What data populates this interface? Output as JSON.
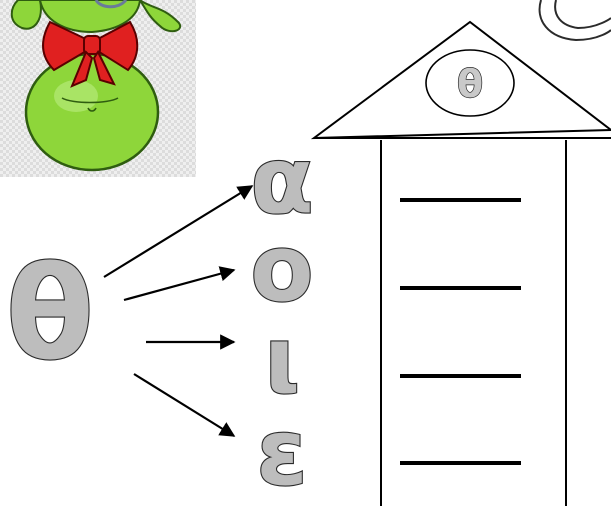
{
  "worksheet": {
    "source_letter": "θ",
    "roof_letter": "θ",
    "vowels": [
      "α",
      "ο",
      "ι",
      "ε"
    ],
    "blank_count": 4
  },
  "colors": {
    "letter_fill": "#bdbdbd",
    "outline": "#2b2b2b",
    "frog_green": "#8ed63a",
    "bow_red": "#e02020"
  },
  "icons": {
    "character": "frog-character-icon",
    "corner_letter": "partial-outlined-letter-icon"
  }
}
